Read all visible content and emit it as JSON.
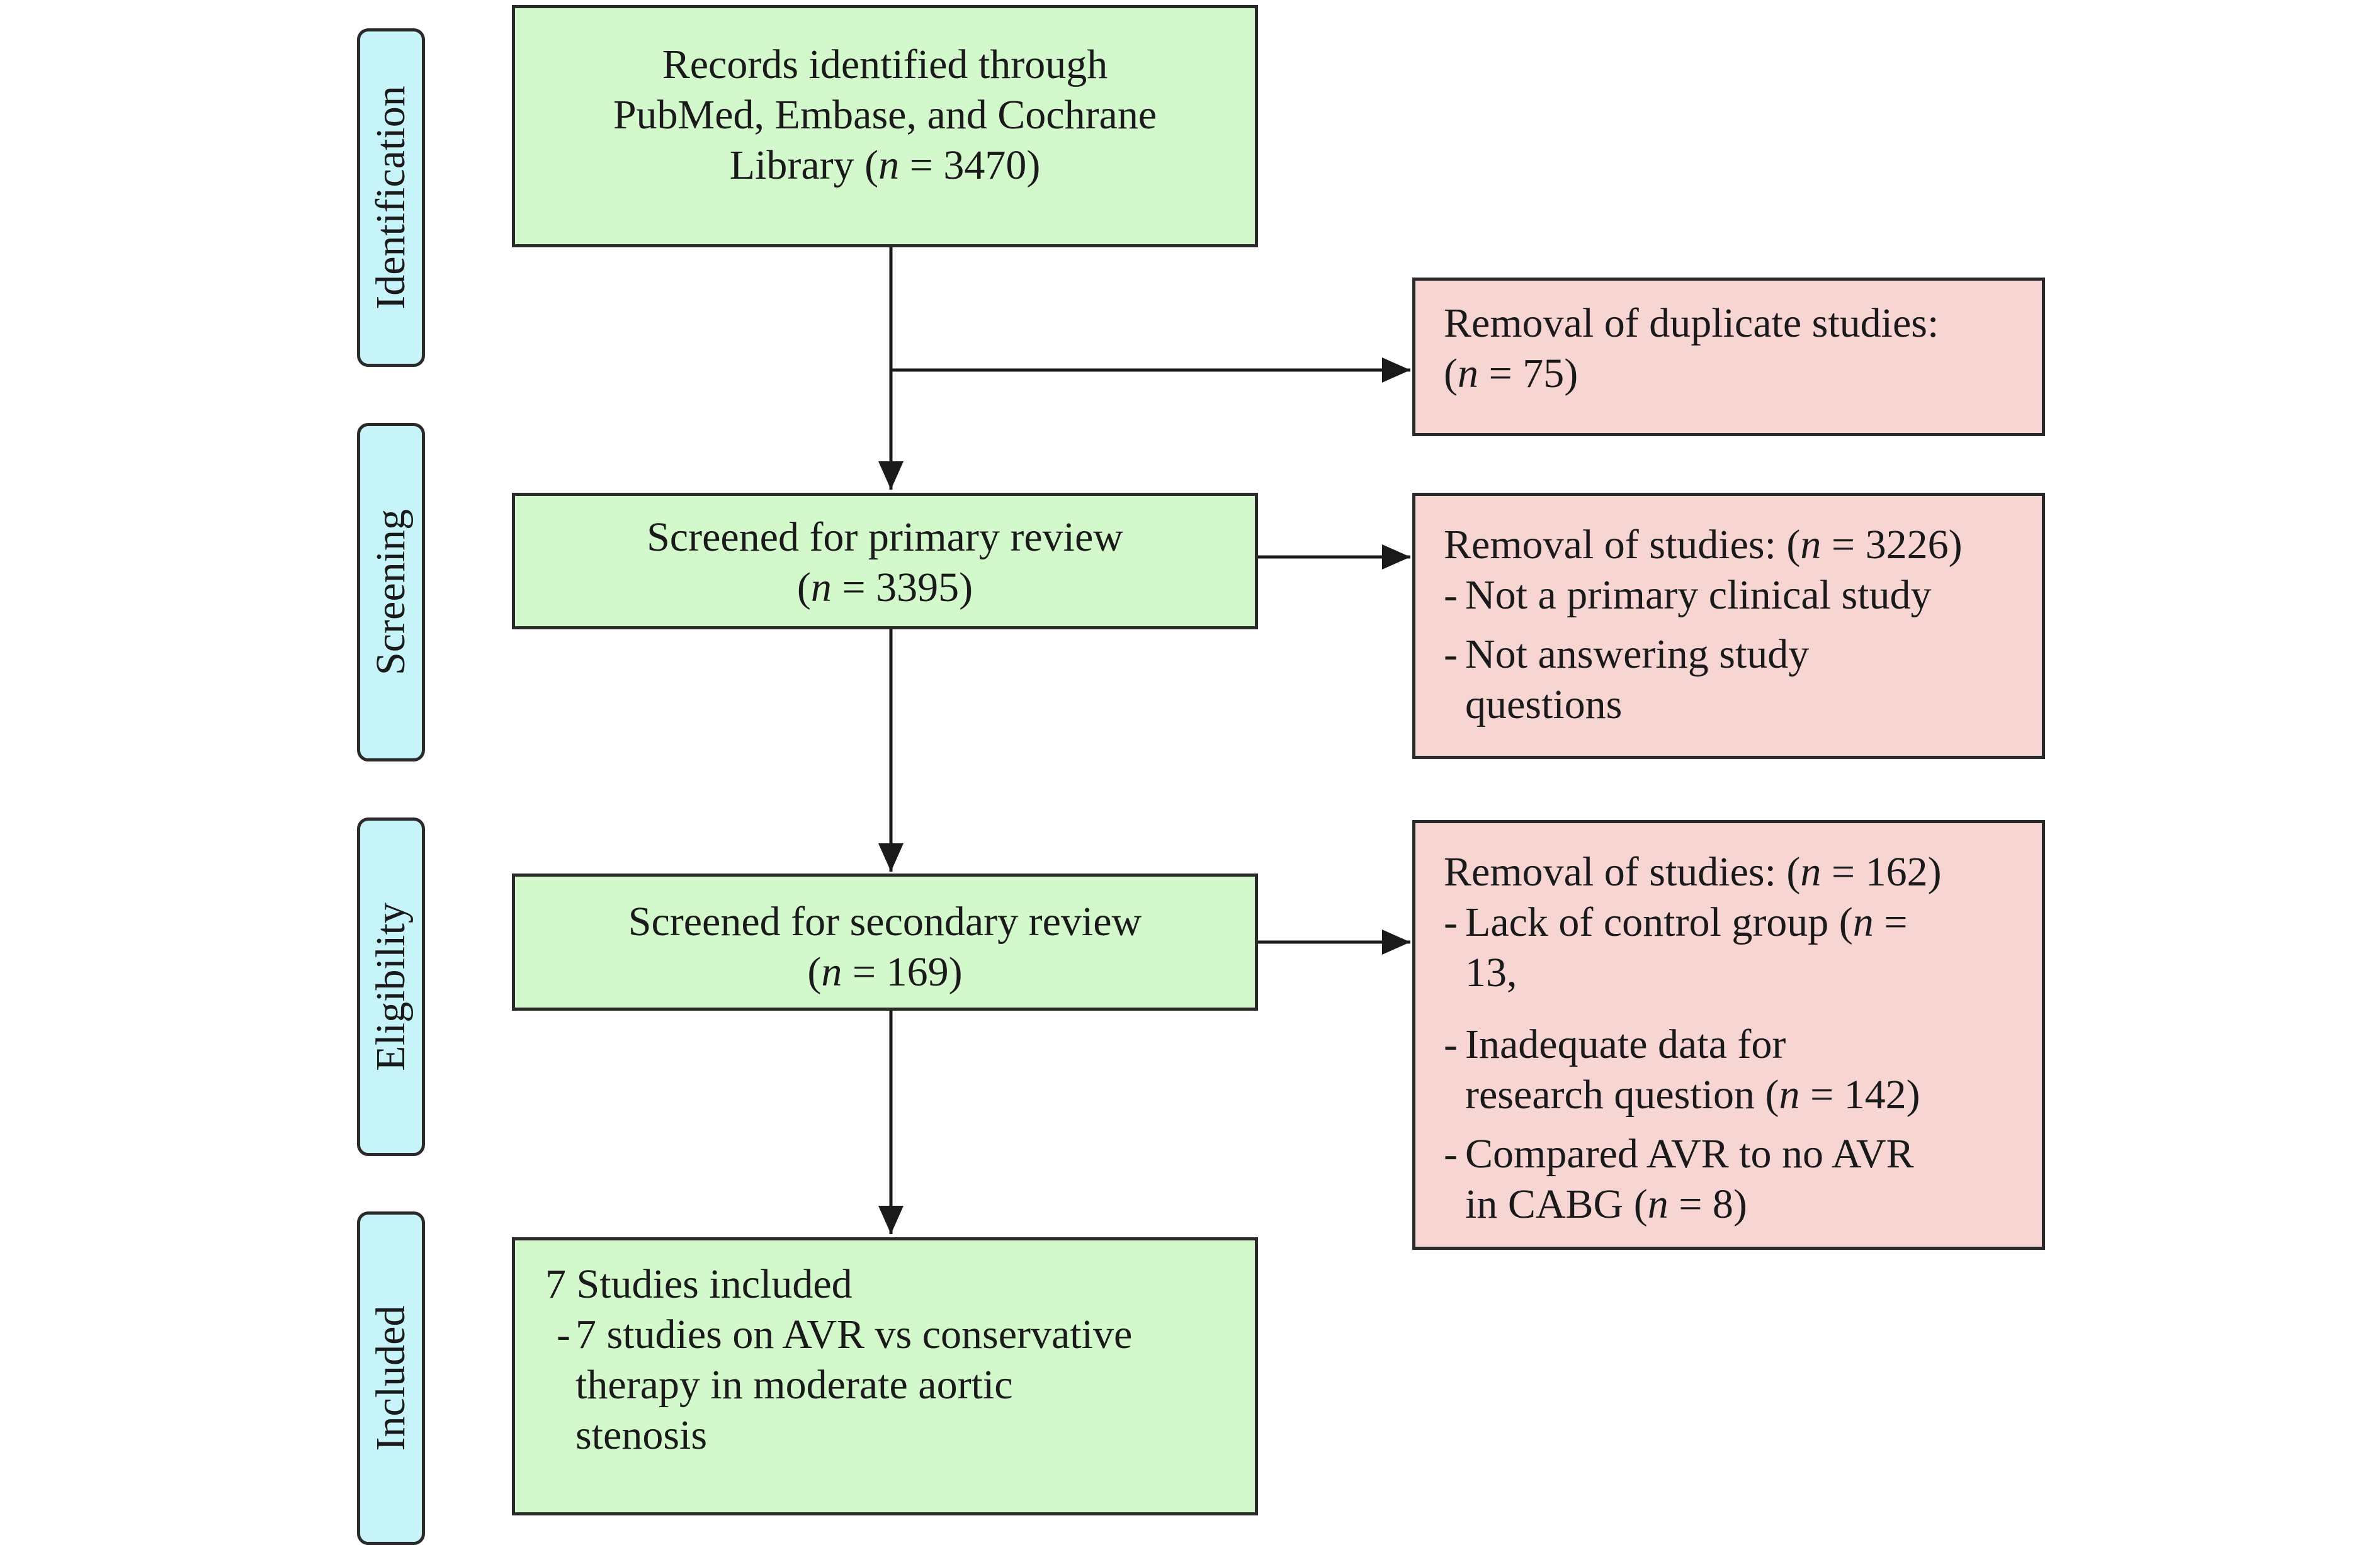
{
  "phases": {
    "identification": "Identification",
    "screening": "Screening",
    "eligibility": "Eligibility",
    "included": "Included"
  },
  "boxes": {
    "records": {
      "line1": "Records identified through",
      "line2": "PubMed, Embase, and Cochrane",
      "line3_prefix": "Library (",
      "n_symbol": "n",
      "line3_suffix": " = 3470)"
    },
    "duplicates": {
      "line1": "Removal of duplicate studies:",
      "line2_prefix": "(",
      "n_symbol": "n",
      "line2_suffix": " = 75)"
    },
    "primary": {
      "line1": "Screened for primary review",
      "line2_prefix": "(",
      "n_symbol": "n",
      "line2_suffix": " = 3395)"
    },
    "removal_primary": {
      "header_prefix": "Removal of studies: (",
      "n_symbol": "n",
      "header_suffix": " = 3226)",
      "dash": "-",
      "bullet1": "Not a primary clinical study",
      "bullet2_line1": "Not answering study",
      "bullet2_line2": "questions"
    },
    "secondary": {
      "line1": "Screened for secondary review",
      "line2_prefix": "(",
      "n_symbol": "n",
      "line2_suffix": " = 169)"
    },
    "removal_secondary": {
      "header_prefix": "Removal of studies: (",
      "n_symbol": "n",
      "header_suffix": " = 162)",
      "dash": "-",
      "bullet1_line1_prefix": "Lack of control group (",
      "bullet1_line1_suffix": " =",
      "bullet1_line2": "13,",
      "bullet2_line1": "Inadequate data for",
      "bullet2_line2_prefix": "research question (",
      "bullet2_line2_suffix": " = 142)",
      "bullet3_line1": "Compared AVR to no AVR",
      "bullet3_line2_prefix": "in CABG (",
      "bullet3_line2_suffix": " = 8)"
    },
    "included": {
      "header": "7 Studies included",
      "dash": "-",
      "bullet_line1": "7 studies on AVR vs conservative",
      "bullet_line2": "therapy in moderate aortic",
      "bullet_line3": "stenosis"
    }
  },
  "colors": {
    "green_box": "#d3f8cc",
    "pink_box": "#f7d5d3",
    "phase_box": "#c6f4f8",
    "stroke": "#2a2a2a"
  }
}
